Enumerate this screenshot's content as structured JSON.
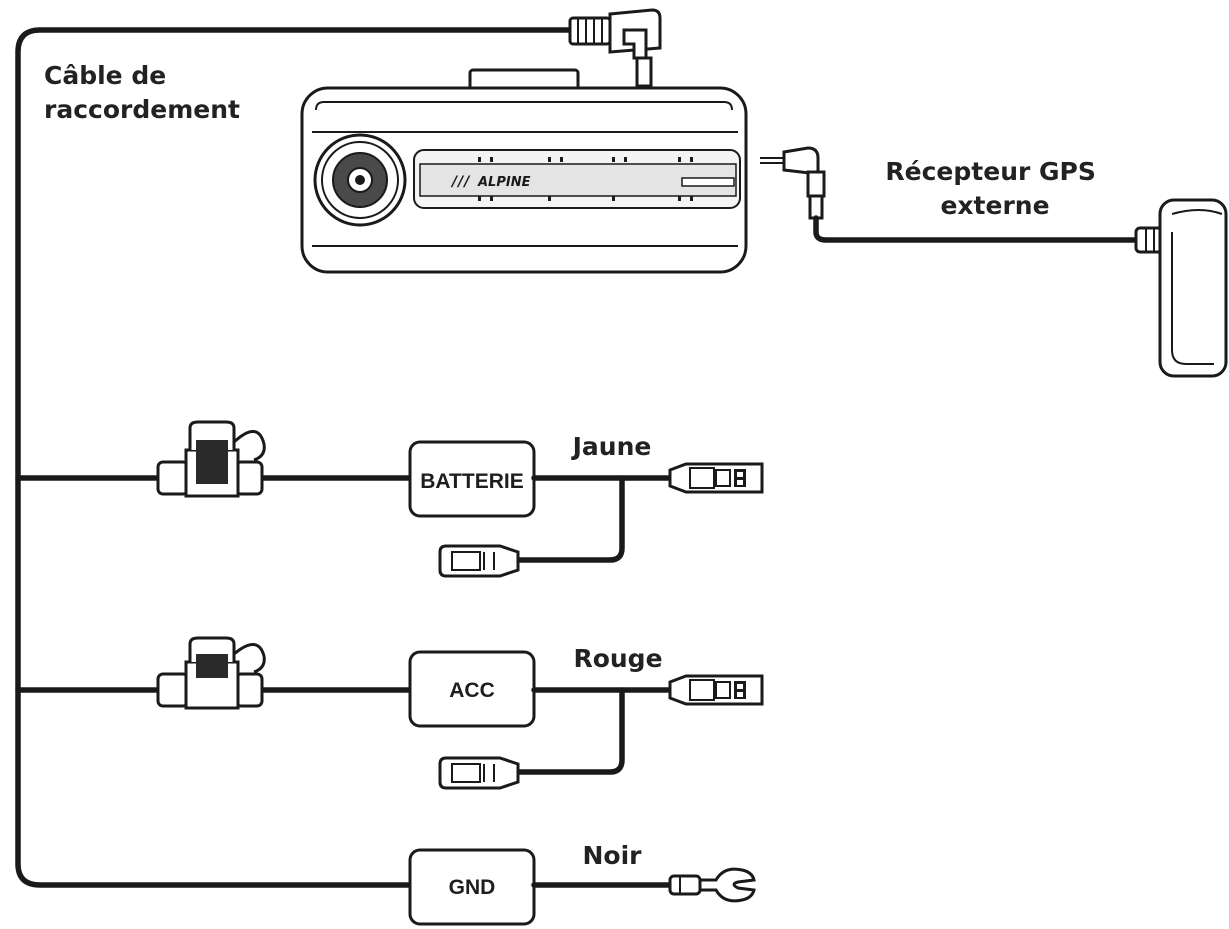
{
  "labels": {
    "connection_cable": [
      "Câble de",
      "raccordement"
    ],
    "gps_receiver": [
      "Récepteur GPS",
      "externe"
    ],
    "brand": "ALPINE"
  },
  "branches": [
    {
      "box": "BATTERIE",
      "wire_color": "Jaune"
    },
    {
      "box": "ACC",
      "wire_color": "Rouge"
    },
    {
      "box": "GND",
      "wire_color": "Noir"
    }
  ],
  "colors": {
    "line": "#1a1a1a",
    "text": "#222222",
    "background": "#ffffff"
  },
  "icons": [
    "power-plug-icon",
    "dashcam-icon",
    "gps-antenna-icon",
    "fuse-tap-icon",
    "blade-connector-icon",
    "ring-terminal-icon"
  ]
}
